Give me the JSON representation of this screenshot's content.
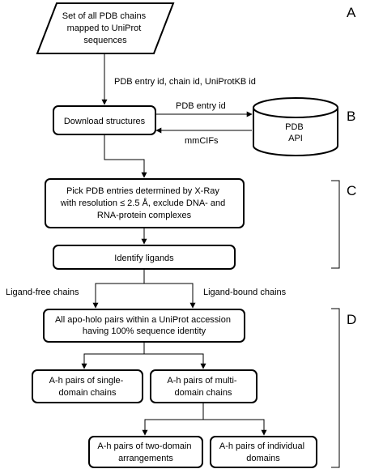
{
  "nodes": {
    "start": {
      "lines": [
        "Set of all PDB chains",
        "mapped to UniProt",
        "sequences"
      ]
    },
    "download": {
      "lines": [
        "Download structures"
      ]
    },
    "pdb_api": {
      "lines": [
        "PDB",
        "API"
      ]
    },
    "pick": {
      "lines": [
        "Pick PDB entries determined by X-Ray",
        "with resolution ≤ 2.5 Å, exclude DNA- and",
        "RNA-protein complexes"
      ]
    },
    "identify": {
      "lines": [
        "Identify ligands"
      ]
    },
    "pairs": {
      "lines": [
        "All apo-holo pairs within a UniProt accession",
        "having 100% sequence identity"
      ]
    },
    "single": {
      "lines": [
        "A-h pairs of single-",
        "domain chains"
      ]
    },
    "multi": {
      "lines": [
        "A-h pairs of multi-",
        "domain chains"
      ]
    },
    "two_domain": {
      "lines": [
        "A-h pairs of two-domain",
        "arrangements"
      ]
    },
    "individual": {
      "lines": [
        "A-h pairs of individual",
        "domains"
      ]
    }
  },
  "edge_labels": {
    "ids": "PDB entry id, chain id, UniProtKB id",
    "entry_id": "PDB entry id",
    "mmcifs": "mmCIFs",
    "ligand_free": "Ligand-free chains",
    "ligand_bound": "Ligand-bound chains"
  },
  "sections": {
    "a": "A",
    "b": "B",
    "c": "C",
    "d": "D"
  }
}
